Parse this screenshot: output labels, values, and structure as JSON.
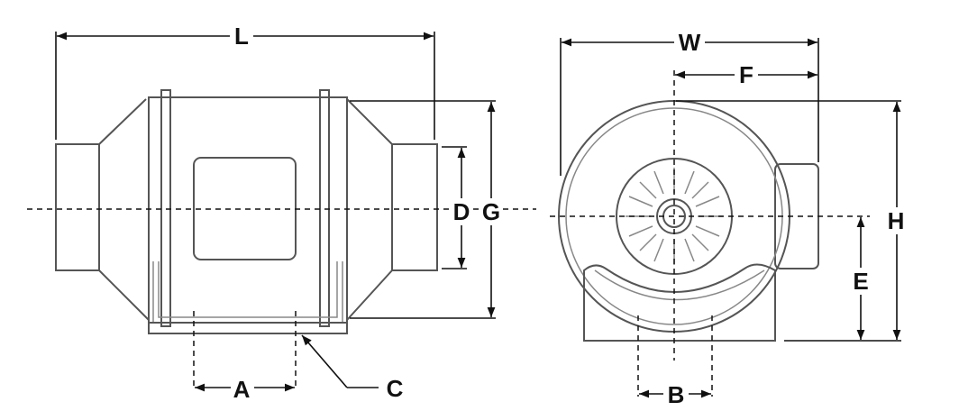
{
  "labels": {
    "L": "L",
    "D": "D",
    "G": "G",
    "A": "A",
    "C": "C",
    "W": "W",
    "F": "F",
    "H": "H",
    "E": "E",
    "B": "B"
  }
}
